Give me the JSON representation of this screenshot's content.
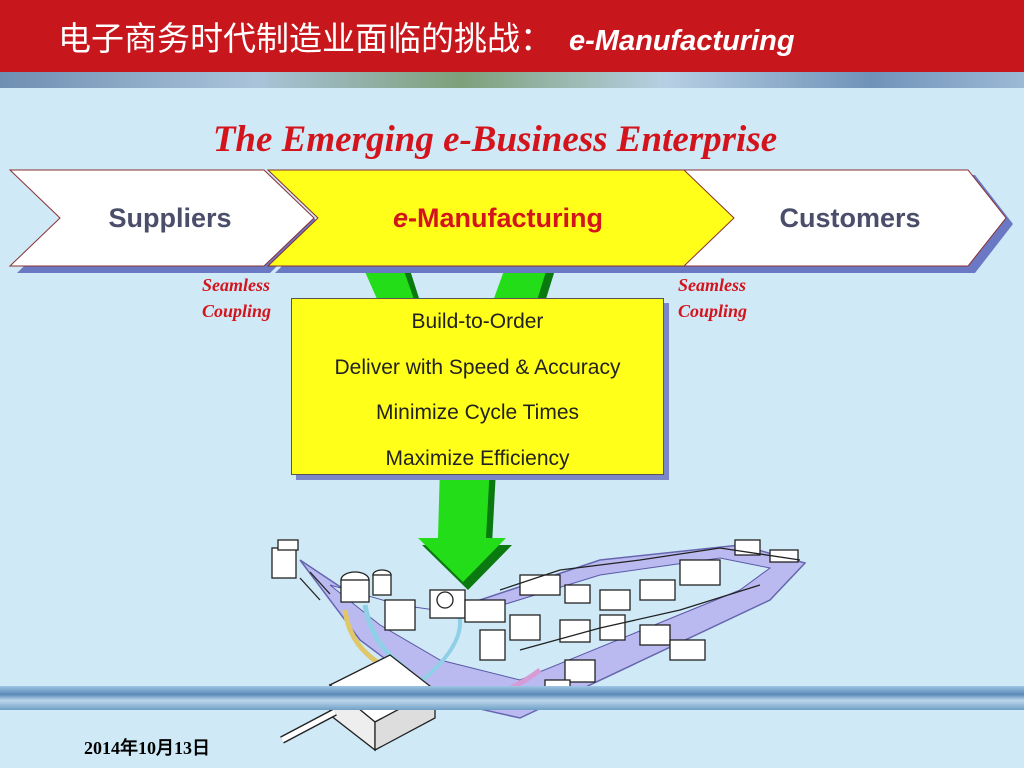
{
  "header": {
    "title_cn": "电子商务时代制造业面临的挑战：",
    "title_en": "e-Manufacturing"
  },
  "main_title": "The Emerging e-Business Enterprise",
  "chain": {
    "suppliers": "Suppliers",
    "manufacturing_prefix": "e",
    "manufacturing_rest": "-Manufacturing",
    "customers": "Customers"
  },
  "coupling": {
    "left": [
      "Seamless",
      "Coupling"
    ],
    "right": [
      "Seamless",
      "Coupling"
    ]
  },
  "goals": [
    "Build-to-Order",
    "Deliver with Speed & Accuracy",
    "Minimize Cycle Times",
    "Maximize Efficiency"
  ],
  "footer": {
    "date": "2014年10月13日"
  },
  "colors": {
    "header_red": "#c8161d",
    "background": "#cfe9f7",
    "highlight_yellow": "#ffff1a",
    "arrow_green": "#22dd18",
    "accent_red": "#d4141c"
  }
}
